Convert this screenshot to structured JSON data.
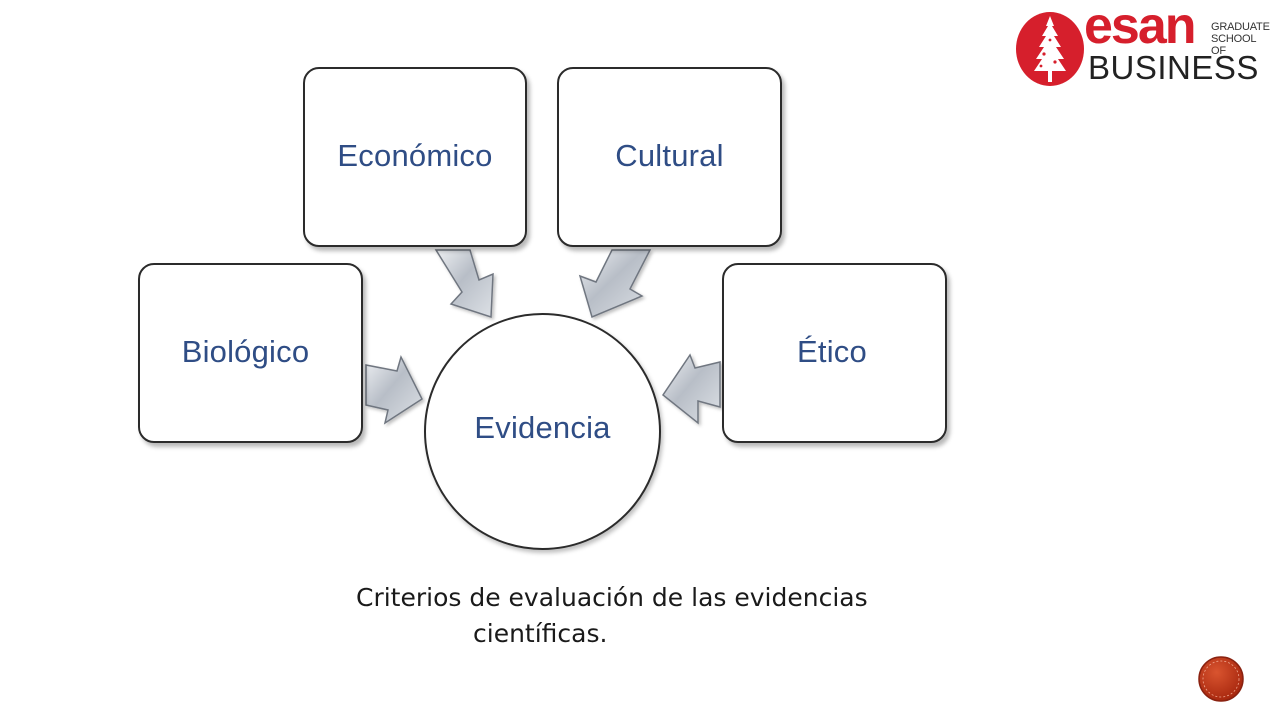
{
  "diagram": {
    "center": {
      "label": "Evidencia"
    },
    "nodes": [
      {
        "id": "economico",
        "label": "Económico"
      },
      {
        "id": "cultural",
        "label": "Cultural"
      },
      {
        "id": "biologico",
        "label": "Biológico"
      },
      {
        "id": "etico",
        "label": "Ético"
      }
    ],
    "caption_line1": "Criterios de evaluación de las evidencias",
    "caption_line2": "científicas."
  },
  "logo": {
    "name": "esan",
    "tagline_line1": "GRADUATE",
    "tagline_line2": "SCHOOL OF",
    "subtitle": "BUSINESS",
    "color": "#d61f2c"
  },
  "colors": {
    "label_text": "#2f4d85",
    "arrow_fill": "#c7ccd3",
    "badge": "#c0391b"
  }
}
